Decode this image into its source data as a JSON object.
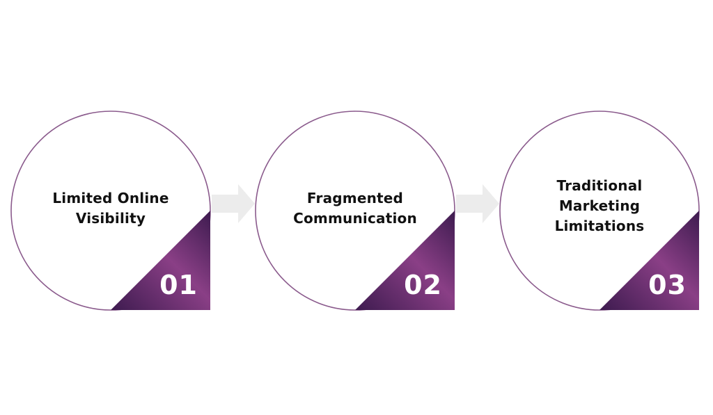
{
  "colors": {
    "ring": "#8a5a8c",
    "corner_light": "#8a3f86",
    "corner_dark": "#3d1b4f",
    "arrow": "#ececec",
    "title": "#111111",
    "number": "#ffffff"
  },
  "steps": [
    {
      "title_lines": [
        "Limited Online",
        "Visibility"
      ],
      "number": "01"
    },
    {
      "title_lines": [
        "Fragmented",
        "Communication"
      ],
      "number": "02"
    },
    {
      "title_lines": [
        "Traditional",
        "Marketing",
        "Limitations"
      ],
      "number": "03"
    }
  ],
  "connectors": [
    {
      "icon": "arrow-right-icon"
    },
    {
      "icon": "arrow-right-icon"
    }
  ]
}
